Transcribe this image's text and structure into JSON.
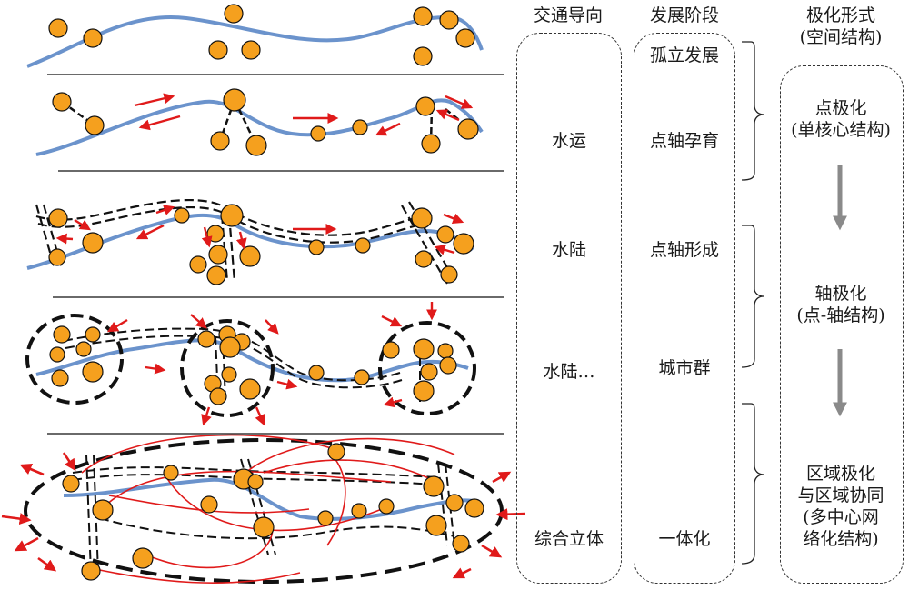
{
  "headers": {
    "transport": "交通导向",
    "stage": "发展阶段",
    "form_line1": "极化形式",
    "form_line2": "(空间结构)"
  },
  "transport_modes": [
    "水运",
    "水陆",
    "水陆…",
    "综合立体"
  ],
  "stages": [
    "孤立发展",
    "点轴孕育",
    "点轴形成",
    "城市群",
    "一体化"
  ],
  "forms": {
    "point": {
      "line1": "点极化",
      "line2": "(单核心结构)"
    },
    "axis": {
      "line1": "轴极化",
      "line2": "(点-轴结构)"
    },
    "regional": {
      "line1": "区域极化",
      "line2": "与区域协同",
      "line3": "(多中心网",
      "line4": "络化结构)"
    }
  },
  "colors": {
    "node": "#f5a01e",
    "river": "#6b93cc",
    "arrow": "#e01a1a",
    "road": "#111111",
    "gray_arrow": "#8a8a8a"
  }
}
